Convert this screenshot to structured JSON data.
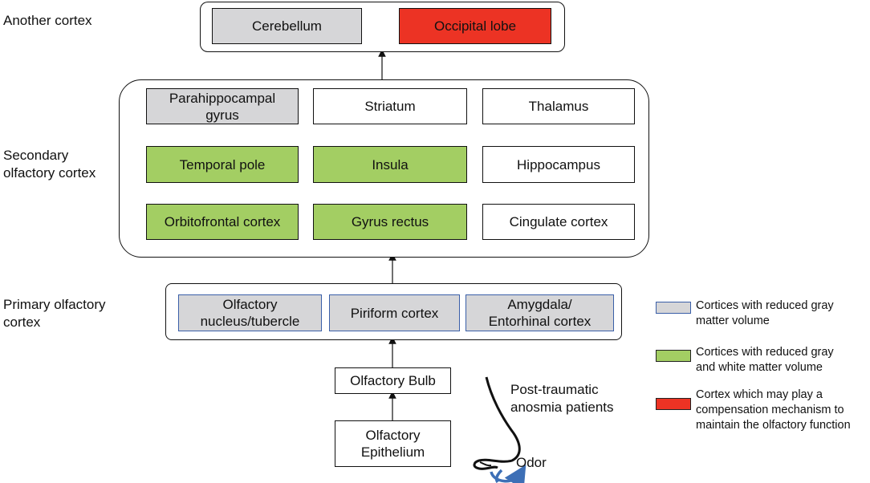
{
  "levels": {
    "another": "Another cortex",
    "secondary_line1": "Secondary",
    "secondary_line2": "olfactory cortex",
    "primary_line1": "Primary olfactory",
    "primary_line2": "cortex"
  },
  "another_cortex": {
    "cerebellum": "Cerebellum",
    "occipital": "Occipital lobe"
  },
  "secondary": {
    "parahippocampal_l1": "Parahippocampal",
    "parahippocampal_l2": "gyrus",
    "striatum": "Striatum",
    "thalamus": "Thalamus",
    "temporal_pole": "Temporal pole",
    "insula": "Insula",
    "hippocampus": "Hippocampus",
    "orbitofrontal": "Orbitofrontal cortex",
    "gyrus_rectus": "Gyrus rectus",
    "cingulate": "Cingulate cortex"
  },
  "primary": {
    "olfactory_nucleus_l1": "Olfactory",
    "olfactory_nucleus_l2": "nucleus/tubercle",
    "piriform": "Piriform cortex",
    "amygdala_l1": "Amygdala/",
    "amygdala_l2": "Entorhinal cortex"
  },
  "bulb": "Olfactory Bulb",
  "epithelium_l1": "Olfactory",
  "epithelium_l2": "Epithelium",
  "patients_l1": "Post-traumatic",
  "patients_l2": "anosmia patients",
  "odor": "Odor",
  "legend": {
    "gray_l1": "Cortices with reduced gray",
    "gray_l2": "matter volume",
    "green_l1": "Cortices with reduced gray",
    "green_l2": "and white matter volume",
    "red_l1": "Cortex which may play a",
    "red_l2": "compensation mechanism to",
    "red_l3": "maintain the olfactory function"
  },
  "colors": {
    "gray": "#d6d6d8",
    "green": "#a3ce63",
    "red": "#ec3324",
    "primary_border": "#3a5fa8",
    "odor_arrow": "#3d6fb6"
  }
}
